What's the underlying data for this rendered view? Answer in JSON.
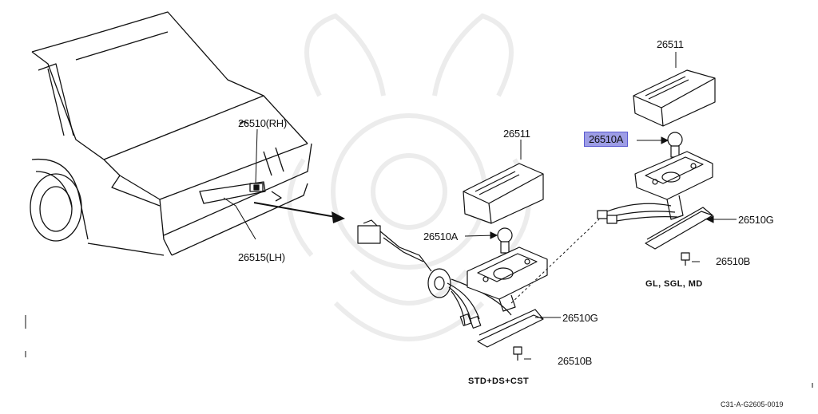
{
  "labels": {
    "rh": "26510(RH)",
    "lh": "26515(LH)",
    "lens_std": "26511",
    "lens_gl": "26511",
    "bulb_std": "26510A",
    "bulb_gl": "26510A",
    "gasket_std": "26510G",
    "gasket_gl": "26510G",
    "screw_std": "26510B",
    "screw_gl": "26510B"
  },
  "captions": {
    "std": "STD+DS+CST",
    "gl": "GL, SGL, MD"
  },
  "diagram_code": "C31-A-G2605-0019",
  "colors": {
    "highlight_fill": "#9d9de6",
    "line": "#111111",
    "watermark": "#ececec"
  }
}
